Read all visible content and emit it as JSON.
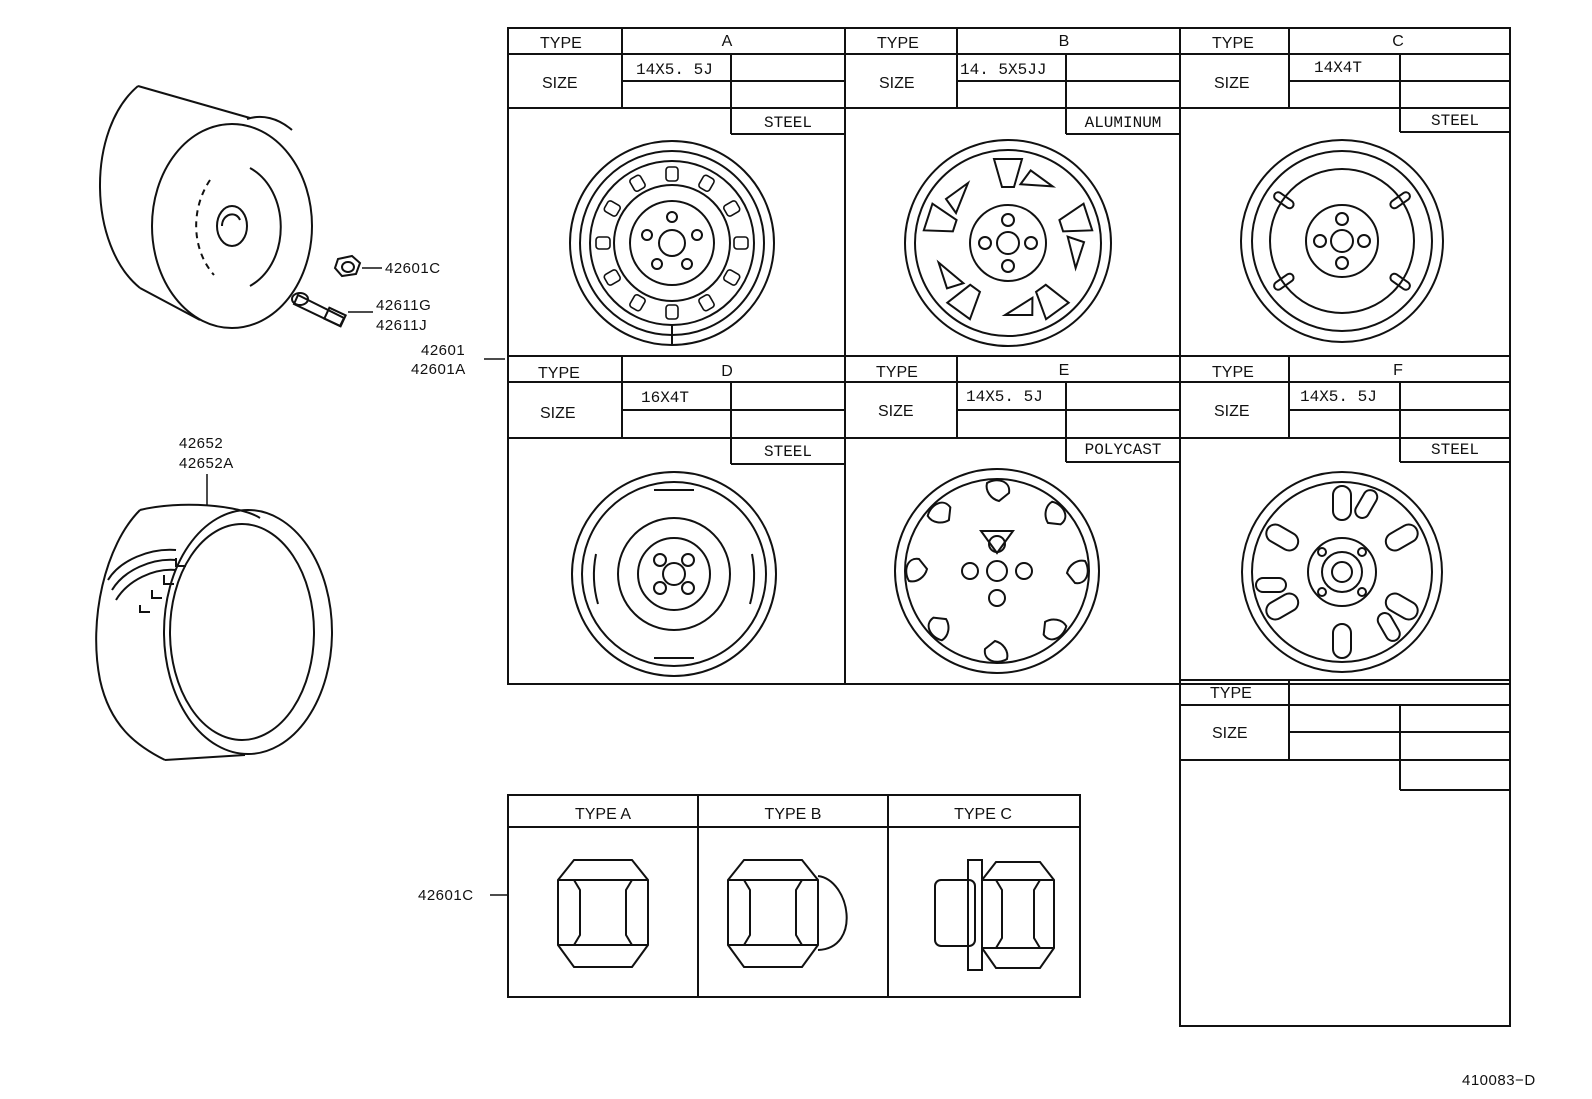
{
  "header_labels": {
    "type": "TYPE",
    "size": "SIZE"
  },
  "wheels": [
    {
      "letter": "A",
      "size": "14X5. 5J",
      "material": "STEEL"
    },
    {
      "letter": "B",
      "size": "14. 5X5JJ",
      "material": "ALUMINUM"
    },
    {
      "letter": "C",
      "size": "14X4T",
      "material": "STEEL"
    },
    {
      "letter": "D",
      "size": "16X4T",
      "material": "STEEL"
    },
    {
      "letter": "E",
      "size": "14X5. 5J",
      "material": "POLYCAST"
    },
    {
      "letter": "F",
      "size": "14X5. 5J",
      "material": "STEEL"
    }
  ],
  "part_numbers": {
    "nut": "42601C",
    "valve_1": "42611G",
    "valve_2": "42611J",
    "wheel_1": "42601",
    "wheel_2": "42601A",
    "tire_1": "42652",
    "tire_2": "42652A",
    "nut_table": "42601C"
  },
  "nut_types": [
    "TYPE A",
    "TYPE B",
    "TYPE C"
  ],
  "figure_id": "410083−D"
}
